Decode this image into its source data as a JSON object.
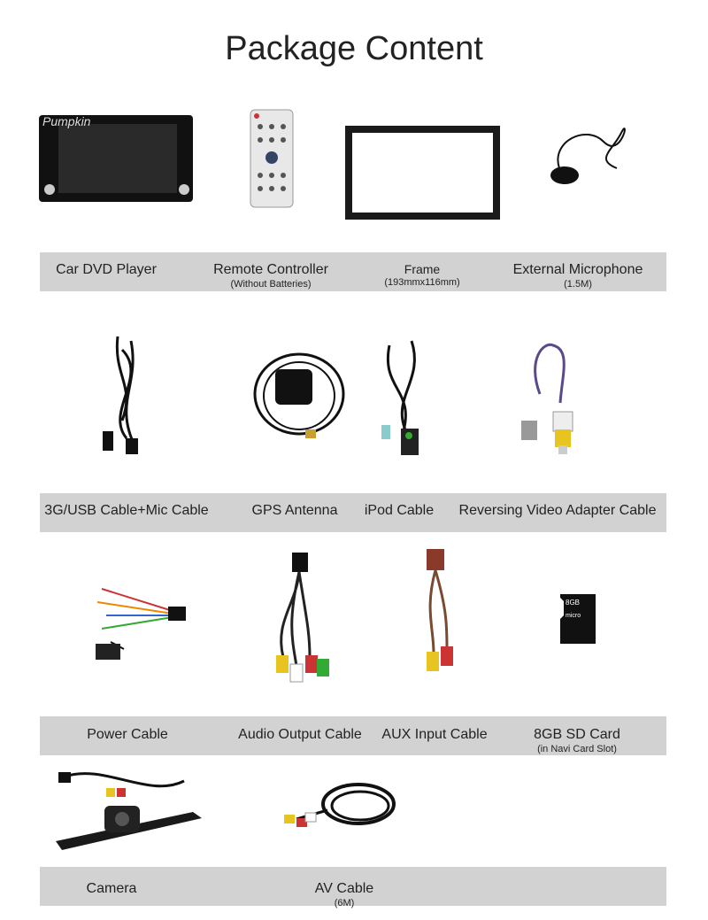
{
  "title": "Package Content",
  "brand_logo_text": "Pumpkin",
  "rows": [
    {
      "items": [
        {
          "name": "Car DVD Player"
        },
        {
          "name": "Remote Controller",
          "note": "(Without Batteries)"
        },
        {
          "name": "Frame",
          "note": "(193mmx116mm)"
        },
        {
          "name": "External Microphone",
          "note": "(1.5M)"
        }
      ]
    },
    {
      "items": [
        {
          "name": "3G/USB Cable+Mic Cable"
        },
        {
          "name": "GPS Antenna"
        },
        {
          "name": "iPod Cable"
        },
        {
          "name": "Reversing Video Adapter Cable"
        }
      ]
    },
    {
      "items": [
        {
          "name": "Power Cable"
        },
        {
          "name": "Audio Output Cable"
        },
        {
          "name": "AUX Input Cable"
        },
        {
          "name": "8GB SD Card",
          "note": "(in Navi Card Slot)"
        }
      ]
    },
    {
      "items": [
        {
          "name": "Camera"
        },
        {
          "name": "AV Cable",
          "note": "(6M)"
        }
      ]
    }
  ],
  "sd_card_text": "8GB"
}
